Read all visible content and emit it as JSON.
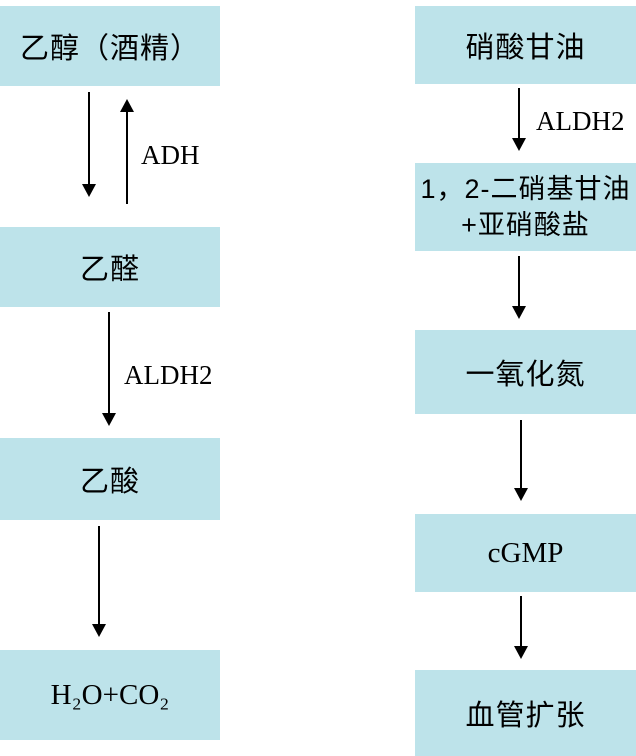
{
  "alcohol_pathway": {
    "nodes": [
      {
        "label": "乙醇（酒精）"
      },
      {
        "label": "乙醛"
      },
      {
        "label": "乙酸"
      },
      {
        "label": "H₂O+CO₂"
      }
    ],
    "edge_labels": {
      "adh": "ADH",
      "aldh2": "ALDH2"
    }
  },
  "nitroglycerin_pathway": {
    "nodes": [
      {
        "label": "硝酸甘油"
      },
      {
        "label": "1，2-二硝基甘油\n+亚硝酸盐"
      },
      {
        "label": "一氧化氮"
      },
      {
        "label": "cGMP"
      },
      {
        "label": "血管扩张"
      }
    ],
    "edge_labels": {
      "aldh2": "ALDH2"
    }
  },
  "colors": {
    "box_fill": "#bde3ea",
    "text": "#000000",
    "arrow": "#000000"
  }
}
